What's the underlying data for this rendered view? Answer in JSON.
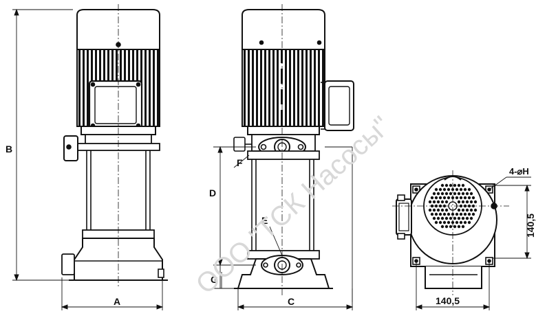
{
  "labels": {
    "A": "A",
    "B": "B",
    "C": "C",
    "D": "D",
    "E": "E",
    "F": "F",
    "G": "G",
    "H": "4-⌀H",
    "width_top": "140,5",
    "height_right": "140,5"
  },
  "watermark": "ООО \"ТСК Насосы\"",
  "colors": {
    "line": "#111111",
    "motor_fill": "#ffffff",
    "watermark": "#d8d8d8"
  }
}
